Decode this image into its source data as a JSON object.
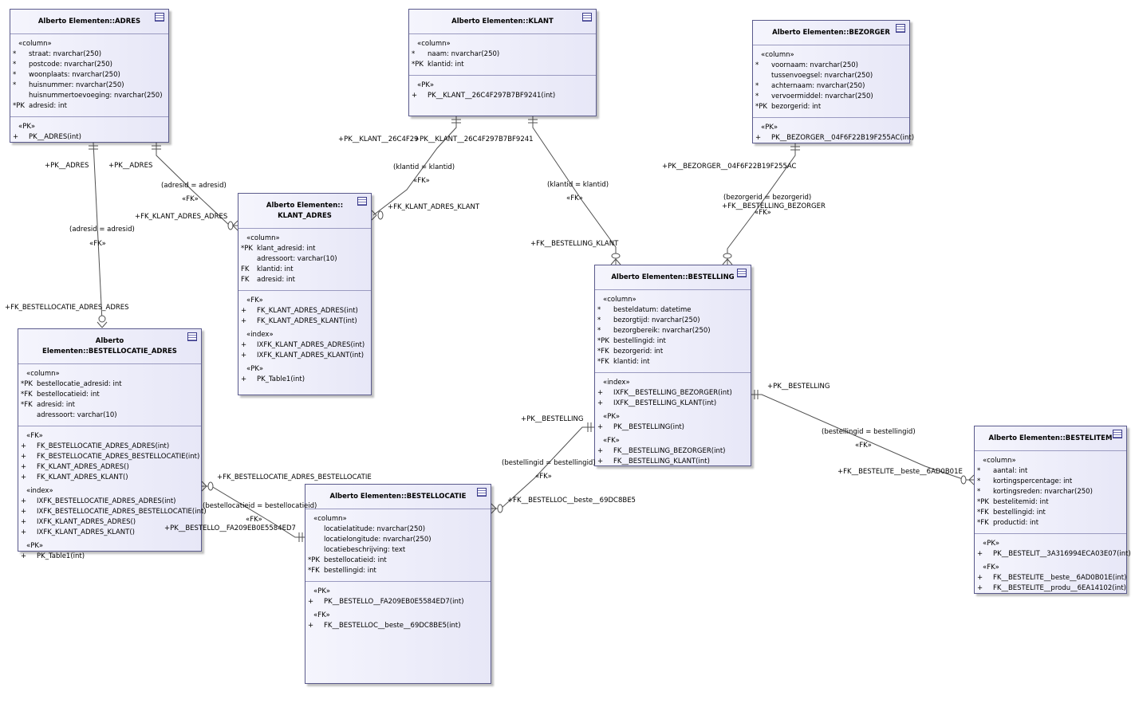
{
  "tables": {
    "adres": {
      "title": "Alberto Elementen::ADRES",
      "icon": "table-icon",
      "sections": [
        {
          "stereotype": "«column»",
          "rows": [
            {
              "marker": "*",
              "text": "straat: nvarchar(250)"
            },
            {
              "marker": "*",
              "text": "postcode: nvarchar(250)"
            },
            {
              "marker": "*",
              "text": "woonplaats: nvarchar(250)"
            },
            {
              "marker": "*",
              "text": "huisnummer: nvarchar(250)"
            },
            {
              "marker": "",
              "text": "huisnummertoevoeging: nvarchar(250)"
            },
            {
              "marker": "*PK",
              "text": "adresid: int"
            }
          ]
        },
        {
          "stereotype": "«PK»",
          "rows": [
            {
              "marker": "+",
              "text": "PK__ADRES(int)"
            }
          ]
        }
      ]
    },
    "klant": {
      "title": "Alberto Elementen::KLANT",
      "icon": "table-icon",
      "sections": [
        {
          "stereotype": "«column»",
          "rows": [
            {
              "marker": "*",
              "text": "naam: nvarchar(250)"
            },
            {
              "marker": "*PK",
              "text": "klantid: int"
            }
          ]
        },
        {
          "stereotype": "«PK»",
          "rows": [
            {
              "marker": "+",
              "text": "PK__KLANT__26C4F297B7BF9241(int)"
            }
          ]
        }
      ]
    },
    "bezorger": {
      "title": "Alberto Elementen::BEZORGER",
      "icon": "table-icon",
      "sections": [
        {
          "stereotype": "«column»",
          "rows": [
            {
              "marker": "*",
              "text": "voornaam: nvarchar(250)"
            },
            {
              "marker": "",
              "text": "tussenvoegsel: nvarchar(250)"
            },
            {
              "marker": "*",
              "text": "achternaam: nvarchar(250)"
            },
            {
              "marker": "*",
              "text": "vervoermiddel: nvarchar(250)"
            },
            {
              "marker": "*PK",
              "text": "bezorgerid: int"
            }
          ]
        },
        {
          "stereotype": "«PK»",
          "rows": [
            {
              "marker": "+",
              "text": "PK__BEZORGER__04F6F22B19F255AC(int)"
            }
          ]
        }
      ]
    },
    "klant_adres": {
      "title": "Alberto Elementen::\nKLANT_ADRES",
      "icon": "table-icon",
      "sections": [
        {
          "stereotype": "«column»",
          "rows": [
            {
              "marker": "*PK",
              "text": "klant_adresid: int"
            },
            {
              "marker": "",
              "text": "adressoort: varchar(10)"
            },
            {
              "marker": "FK",
              "text": "klantid: int"
            },
            {
              "marker": "FK",
              "text": "adresid: int"
            }
          ]
        },
        {
          "stereotype": "«FK»",
          "rows": [
            {
              "marker": "+",
              "text": "FK_KLANT_ADRES_ADRES(int)"
            },
            {
              "marker": "+",
              "text": "FK_KLANT_ADRES_KLANT(int)"
            }
          ],
          "extra": [
            {
              "stereotype": "«index»",
              "rows": [
                {
                  "marker": "+",
                  "text": "IXFK_KLANT_ADRES_ADRES(int)"
                },
                {
                  "marker": "+",
                  "text": "IXFK_KLANT_ADRES_KLANT(int)"
                }
              ]
            },
            {
              "stereotype": "«PK»",
              "rows": [
                {
                  "marker": "+",
                  "text": "PK_Table1(int)"
                }
              ]
            }
          ]
        }
      ]
    },
    "bestelling": {
      "title": "Alberto Elementen::BESTELLING",
      "icon": "table-icon",
      "sections": [
        {
          "stereotype": "«column»",
          "rows": [
            {
              "marker": "*",
              "text": "besteldatum: datetime"
            },
            {
              "marker": "*",
              "text": "bezorgtijd: nvarchar(250)"
            },
            {
              "marker": "*",
              "text": "bezorgbereik: nvarchar(250)"
            },
            {
              "marker": "*PK",
              "text": "bestellingid: int"
            },
            {
              "marker": "*FK",
              "text": "bezorgerid: int"
            },
            {
              "marker": "*FK",
              "text": "klantid: int"
            }
          ]
        },
        {
          "stereotype": "«index»",
          "rows": [
            {
              "marker": "+",
              "text": "IXFK__BESTELLING_BEZORGER(int)"
            },
            {
              "marker": "+",
              "text": "IXFK__BESTELLING_KLANT(int)"
            }
          ],
          "extra": [
            {
              "stereotype": "«PK»",
              "rows": [
                {
                  "marker": "+",
                  "text": "PK__BESTELLING(int)"
                }
              ]
            },
            {
              "stereotype": "«FK»",
              "rows": [
                {
                  "marker": "+",
                  "text": "FK__BESTELLING_BEZORGER(int)"
                },
                {
                  "marker": "+",
                  "text": "FK__BESTELLING_KLANT(int)"
                }
              ]
            }
          ]
        }
      ]
    },
    "bestellocatie_adres": {
      "title": "Alberto Elementen::BESTELLOCATIE_ADRES",
      "icon": "table-icon",
      "sections": [
        {
          "stereotype": "«column»",
          "rows": [
            {
              "marker": "*PK",
              "text": "bestellocatie_adresid: int"
            },
            {
              "marker": "*FK",
              "text": "bestellocatieid: int"
            },
            {
              "marker": "*FK",
              "text": "adresid: int"
            },
            {
              "marker": "",
              "text": "adressoort: varchar(10)"
            }
          ]
        },
        {
          "stereotype": "«FK»",
          "rows": [
            {
              "marker": "+",
              "text": "FK_BESTELLOCATIE_ADRES_ADRES(int)"
            },
            {
              "marker": "+",
              "text": "FK_BESTELLOCATIE_ADRES_BESTELLOCATIE(int)"
            },
            {
              "marker": "+",
              "text": "FK_KLANT_ADRES_ADRES()"
            },
            {
              "marker": "+",
              "text": "FK_KLANT_ADRES_KLANT()"
            }
          ],
          "extra": [
            {
              "stereotype": "«index»",
              "rows": [
                {
                  "marker": "+",
                  "text": "IXFK_BESTELLOCATIE_ADRES_ADRES(int)"
                },
                {
                  "marker": "+",
                  "text": "IXFK_BESTELLOCATIE_ADRES_BESTELLOCATIE(int)"
                },
                {
                  "marker": "+",
                  "text": "IXFK_KLANT_ADRES_ADRES()"
                },
                {
                  "marker": "+",
                  "text": "IXFK_KLANT_ADRES_KLANT()"
                }
              ]
            },
            {
              "stereotype": "«PK»",
              "rows": [
                {
                  "marker": "+",
                  "text": "PK_Table1(int)"
                }
              ]
            }
          ]
        }
      ]
    },
    "bestellocatie": {
      "title": "Alberto Elementen::BESTELLOCATIE",
      "icon": "table-icon",
      "sections": [
        {
          "stereotype": "«column»",
          "rows": [
            {
              "marker": "",
              "text": "locatielatitude: nvarchar(250)"
            },
            {
              "marker": "",
              "text": "locatielongitude: nvarchar(250)"
            },
            {
              "marker": "",
              "text": "locatiebeschrijving: text"
            },
            {
              "marker": "*PK",
              "text": "bestellocatieid: int"
            },
            {
              "marker": "*FK",
              "text": "bestellingid: int"
            }
          ]
        },
        {
          "stereotype": "«PK»",
          "rows": [
            {
              "marker": "+",
              "text": "PK__BESTELLO__FA209EB0E5584ED7(int)"
            }
          ],
          "extra": [
            {
              "stereotype": "«FK»",
              "rows": [
                {
                  "marker": "+",
                  "text": "FK__BESTELLOC__beste__69DC8BE5(int)"
                }
              ]
            }
          ]
        }
      ]
    },
    "bestelitem": {
      "title": "Alberto Elementen::BESTELITEM",
      "icon": "table-icon",
      "sections": [
        {
          "stereotype": "«column»",
          "rows": [
            {
              "marker": "*",
              "text": "aantal: int"
            },
            {
              "marker": "*",
              "text": "kortingspercentage: int"
            },
            {
              "marker": "*",
              "text": "kortingsreden: nvarchar(250)"
            },
            {
              "marker": "*PK",
              "text": "bestelitemid: int"
            },
            {
              "marker": "*FK",
              "text": "bestellingid: int"
            },
            {
              "marker": "*FK",
              "text": "productid: int"
            }
          ]
        },
        {
          "stereotype": "«PK»",
          "rows": [
            {
              "marker": "+",
              "text": "PK__BESTELIT__3A316994ECA03E07(int)"
            }
          ],
          "extra": [
            {
              "stereotype": "«FK»",
              "rows": [
                {
                  "marker": "+",
                  "text": "FK__BESTELITE__beste__6AD0B01E(int)"
                },
                {
                  "marker": "+",
                  "text": "FK__BESTELITE__produ__6EA14102(int)"
                }
              ]
            }
          ]
        }
      ]
    }
  },
  "labels": [
    {
      "id": "l1",
      "text": "+PK__ADRES"
    },
    {
      "id": "l2",
      "text": "+PK__ADRES"
    },
    {
      "id": "l3",
      "text": "(adresid = adresid)"
    },
    {
      "id": "l4",
      "text": "«FK»"
    },
    {
      "id": "l5",
      "text": "+FK_KLANT_ADRES_ADRES"
    },
    {
      "id": "l6",
      "text": "(adresid = adresid)"
    },
    {
      "id": "l7",
      "text": "«FK»"
    },
    {
      "id": "l8",
      "text": "+FK_BESTELLOCATIE_ADRES_ADRES"
    },
    {
      "id": "l9",
      "text": "+PK__KLANT__26C4F29"
    },
    {
      "id": "l10",
      "text": "+PK__KLANT__26C4F297B7BF9241"
    },
    {
      "id": "l11",
      "text": "(klantid = klantid)"
    },
    {
      "id": "l12",
      "text": "«FK»"
    },
    {
      "id": "l13",
      "text": "+FK_KLANT_ADRES_KLANT"
    },
    {
      "id": "l14",
      "text": "(klantid = klantid)"
    },
    {
      "id": "l15",
      "text": "«FK»"
    },
    {
      "id": "l16",
      "text": "+FK__BESTELLING_KLANT"
    },
    {
      "id": "l17",
      "text": "+PK__BEZORGER__04F6F22B19F255AC"
    },
    {
      "id": "l18",
      "text": "(bezorgerid = bezorgerid)"
    },
    {
      "id": "l19",
      "text": "+FK__BESTELLING_BEZORGER"
    },
    {
      "id": "l20",
      "text": "«FK»"
    },
    {
      "id": "l21",
      "text": "+PK__BESTELLING"
    },
    {
      "id": "l22",
      "text": "(bestellingid = bestellingid)"
    },
    {
      "id": "l23",
      "text": "«FK»"
    },
    {
      "id": "l24",
      "text": "+FK__BESTELITE__beste__6AD0B01E"
    },
    {
      "id": "l25",
      "text": "+PK__BESTELLING"
    },
    {
      "id": "l26",
      "text": "(bestellingid = bestellingid)"
    },
    {
      "id": "l27",
      "text": "«FK»"
    },
    {
      "id": "l28",
      "text": "+FK__BESTELLOC__beste__69DC8BE5"
    },
    {
      "id": "l29",
      "text": "+FK_BESTELLOCATIE_ADRES_BESTELLOCATIE"
    },
    {
      "id": "l30",
      "text": "(bestellocatieid = bestellocatieid)"
    },
    {
      "id": "l31",
      "text": "«FK»"
    },
    {
      "id": "l32",
      "text": "+PK__BESTELLO__FA209EB0E5584ED7"
    }
  ]
}
